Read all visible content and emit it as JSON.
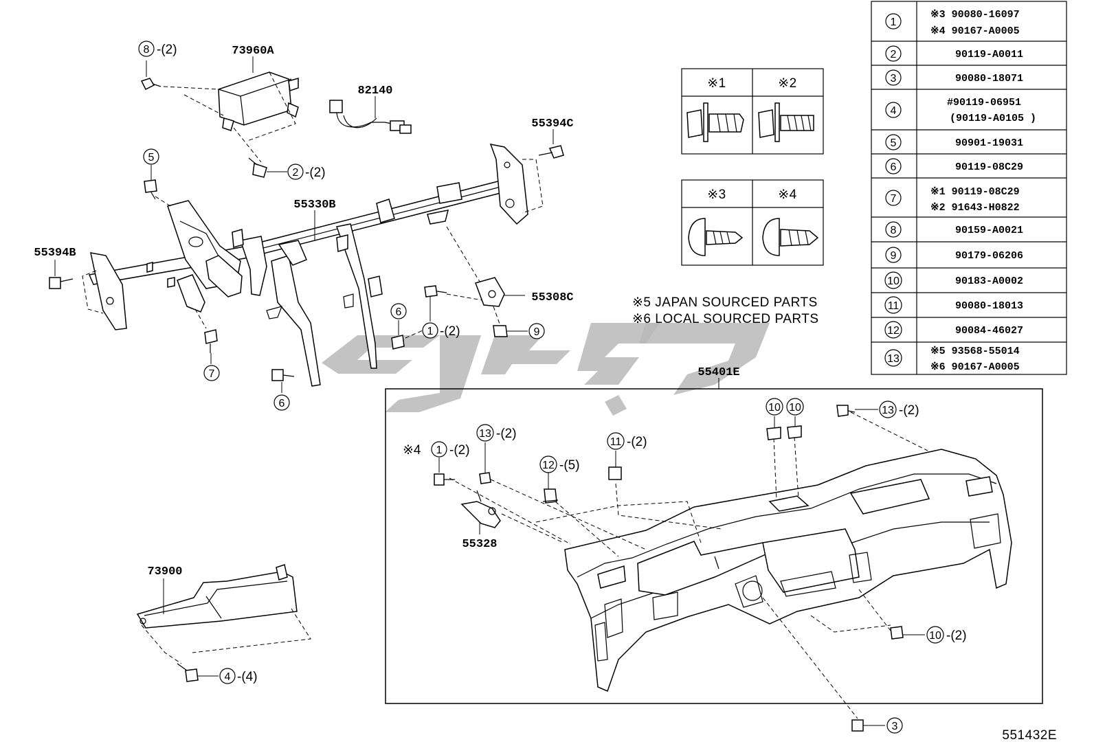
{
  "diagram_code": "551432E",
  "labels": {
    "airbag": "73960A",
    "harness": "82140",
    "bracket_right": "55394C",
    "reinforcement": "55330B",
    "bracket_left": "55394B",
    "brace_c": "55308C",
    "panel": "55401E",
    "bracket_panel": "55328",
    "lower_cover": "73900"
  },
  "callouts": {
    "c8_top": {
      "num": "8",
      "qty": "-(2)"
    },
    "c2_airbag": {
      "num": "2",
      "qty": "-(2)"
    },
    "c5": {
      "num": "5",
      "qty": ""
    },
    "c7": {
      "num": "7",
      "qty": ""
    },
    "c1_brace": {
      "num": "1",
      "qty": "-(2)"
    },
    "c9": {
      "num": "9",
      "qty": ""
    },
    "c6_a": {
      "num": "6",
      "qty": ""
    },
    "c6_b": {
      "num": "6",
      "qty": ""
    },
    "c4_cover": {
      "num": "4",
      "qty": "-(4)"
    },
    "c13_top": {
      "num": "13",
      "qty": "-(2)"
    },
    "c10_a": {
      "num": "10",
      "qty": ""
    },
    "c10_b": {
      "num": "10",
      "qty": ""
    },
    "c11": {
      "num": "11",
      "qty": "-(2)"
    },
    "c12": {
      "num": "12",
      "qty": "-(5)"
    },
    "c13_left": {
      "num": "13",
      "qty": "-(2)"
    },
    "c1_left": {
      "num": "1",
      "qty": "-(2)",
      "prefix": "※4"
    },
    "c10_low": {
      "num": "10",
      "qty": "-(2)"
    },
    "c3": {
      "num": "3",
      "qty": ""
    }
  },
  "notes": [
    "※5  JAPAN  SOURCED  PARTS",
    "※6  LOCAL  SOURCED  PARTS"
  ],
  "legend_boxes": [
    {
      "a": "※1",
      "b": "※2"
    },
    {
      "a": "※3",
      "b": "※4"
    }
  ],
  "parts_table": [
    {
      "num": "1",
      "lines": [
        "※3 90080-16097",
        "※4 90167-A0005"
      ]
    },
    {
      "num": "2",
      "lines": [
        "90119-A0011"
      ]
    },
    {
      "num": "3",
      "lines": [
        "90080-18071"
      ]
    },
    {
      "num": "4",
      "lines": [
        "#90119-06951",
        "(90119-A0105 )"
      ]
    },
    {
      "num": "5",
      "lines": [
        "90901-19031"
      ]
    },
    {
      "num": "6",
      "lines": [
        "90119-08C29"
      ]
    },
    {
      "num": "7",
      "lines": [
        "※1 90119-08C29",
        "※2 91643-H0822"
      ]
    },
    {
      "num": "8",
      "lines": [
        "90159-A0021"
      ]
    },
    {
      "num": "9",
      "lines": [
        "90179-06206"
      ]
    },
    {
      "num": "10",
      "lines": [
        "90183-A0002"
      ]
    },
    {
      "num": "11",
      "lines": [
        "90080-18013"
      ]
    },
    {
      "num": "12",
      "lines": [
        "90084-46027"
      ]
    },
    {
      "num": "13",
      "lines": [
        "※5 93568-55014",
        "※6 90167-A0005"
      ]
    }
  ]
}
